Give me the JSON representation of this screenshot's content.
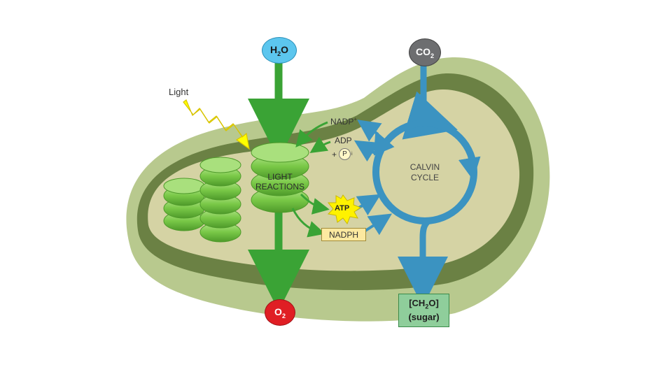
{
  "molecules": {
    "water": {
      "base": "H",
      "sub": "2",
      "tail": "O"
    },
    "oxygen": {
      "base": "O",
      "sub": "2"
    },
    "carbon_dioxide": {
      "base": "CO",
      "sub": "2"
    },
    "sugar": {
      "line1_pre": "[CH",
      "line1_sub": "2",
      "line1_post": "O]",
      "line2": "(sugar)"
    }
  },
  "labels": {
    "light": "Light",
    "light_reactions_line1": "LIGHT",
    "light_reactions_line2": "REACTIONS",
    "calvin_line1": "CALVIN",
    "calvin_line2": "CYCLE",
    "nadp": "NADP",
    "nadp_sup": "+",
    "adp": "ADP",
    "plus": "+",
    "phosphate": "P",
    "phosphate_sub": "i",
    "atp": "ATP",
    "nadph": "NADPH"
  },
  "colors": {
    "chloroplast_outer": "#b8c98e",
    "chloroplast_rim": "#6b8144",
    "stroma": "#d5d3a4",
    "thylakoid": "#7cc64a",
    "light_arrow": "#ffff00",
    "green_arrow": "#3aa335",
    "calvin_blue": "#3b93c1",
    "water_bubble": "#5cc6ee",
    "oxygen_bubble": "#e01e24",
    "co2_bubble": "#6d6e70",
    "sugar_box": "#8fce9b",
    "nadph_box": "#fde9a0",
    "atp_burst": "#fff200"
  }
}
